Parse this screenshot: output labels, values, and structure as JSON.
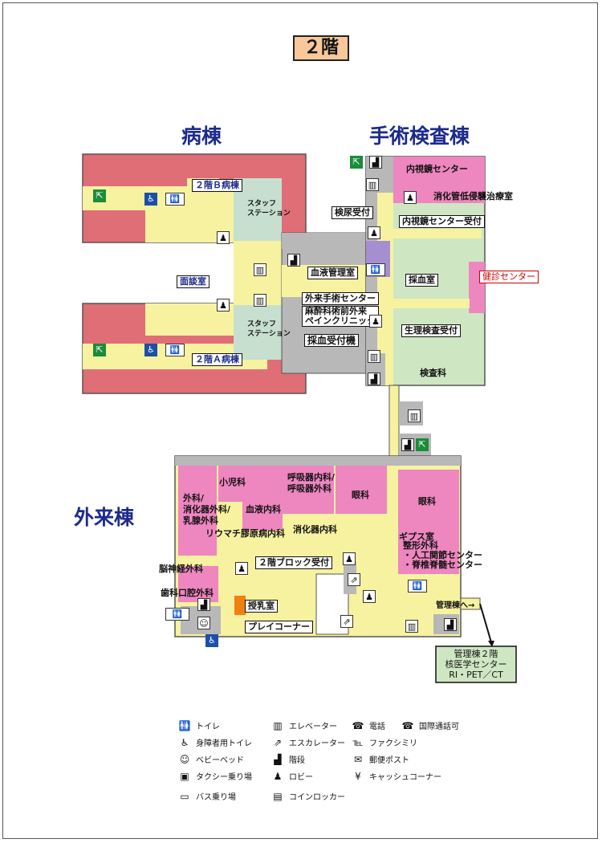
{
  "floor_title": "２階",
  "buildings": {
    "ward": "病棟",
    "surgery": "手術検査棟",
    "outpatient": "外来棟"
  },
  "ward_labels": {
    "ward_2b": "２階Ｂ病棟",
    "ward_2a": "２階Ａ病棟",
    "visit_room": "面談室",
    "staff_station": "スタッフ\nステーション"
  },
  "surgery_labels": {
    "endoscopy_center": "内視鏡センター",
    "gi_treatment": "消化管低侵襲治療室",
    "exam_reception": "検尿受付",
    "endoscopy_reception": "内視鏡センター受付",
    "blood_mgmt": "血液管理室",
    "blood_collection_room": "採血室",
    "outpatient_surgery": "外来手術センター",
    "anesthesia_pain": "麻酔科術前外来\nペインクリニック",
    "blood_reception": "採血受付機",
    "physio_reception": "生理検査受付",
    "lab": "検査科",
    "health_center": "健診センター"
  },
  "outpatient_labels": {
    "pediatrics": "小児科",
    "respiratory": "呼吸器内科/\n呼吸器外科",
    "hematology": "血液内科",
    "surgery_gi_breast": "外科/\n消化器外科/\n乳腺外科",
    "rheum_collagen": "リウマチ膠原病内科",
    "gastro": "消化器内科",
    "ophthalmology": "眼科",
    "otolaryngology": "眼科",
    "neurosurgery": "脳神経外科",
    "dental": "歯科口腔外科",
    "block2_reception": "２階ブロック受付",
    "nursing_room": "授乳室",
    "play_corner": "プレイコーナー",
    "gips_room": "ギプス室",
    "orthopedics": "整形外科\n・人工関節センター\n・脊椎脊髄センター",
    "to_admin": "管理棟へ→"
  },
  "admin_box": "管理棟２階\n核医学センター\nRI・PET／CT",
  "legend": [
    {
      "icon": "toilet-icon",
      "glyph": "🚻",
      "label": "トイレ"
    },
    {
      "icon": "elevator-icon",
      "glyph": "▥",
      "label": "エレベーター"
    },
    {
      "icon": "phone-icon",
      "glyph": "☎",
      "label": "電話"
    },
    {
      "icon": "intl-phone-icon",
      "glyph": "☎",
      "label": "国際通話可"
    },
    {
      "icon": "accessible-toilet-icon",
      "glyph": "♿",
      "label": "身障者用トイレ"
    },
    {
      "icon": "escalator-icon",
      "glyph": "⇗",
      "label": "エスカレーター"
    },
    {
      "icon": "fax-icon",
      "glyph": "℡",
      "label": "ファクシミリ"
    },
    {
      "icon": "baby-bed-icon",
      "glyph": "☺",
      "label": "ベビーベッド"
    },
    {
      "icon": "stairs-icon",
      "glyph": "▟",
      "label": "階段"
    },
    {
      "icon": "mailbox-icon",
      "glyph": "✉",
      "label": "郵便ポスト"
    },
    {
      "icon": "taxi-icon",
      "glyph": "▣",
      "label": "タクシー乗り場"
    },
    {
      "icon": "lobby-icon",
      "glyph": "♟",
      "label": "ロビー"
    },
    {
      "icon": "cash-corner-icon",
      "glyph": "¥",
      "label": "キャッシュコーナー"
    },
    {
      "icon": "bus-icon",
      "glyph": "▭",
      "label": "バス乗り場"
    },
    {
      "icon": "locker-icon",
      "glyph": "▤",
      "label": "コインロッカー"
    }
  ],
  "colors": {
    "ward": "#e06e76",
    "corridor": "#f7f2a0",
    "clinic": "#ee86c0",
    "surgery": "#cfe6c3",
    "service": "#b8b8b8",
    "staff": "#c6dfcf",
    "title": "#1c2a8c"
  }
}
